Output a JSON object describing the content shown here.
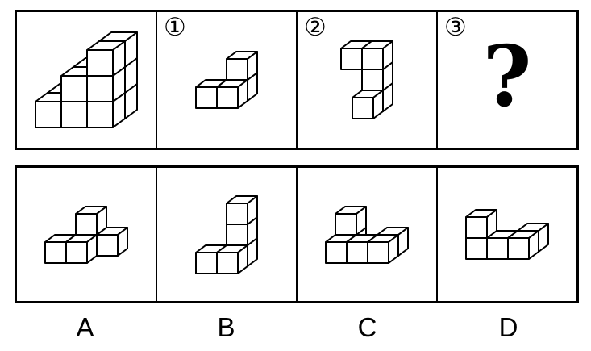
{
  "colors": {
    "line": "#000000",
    "cube_fill": "#ffffff",
    "background": "#ffffff"
  },
  "top_row": {
    "cells": [
      {
        "label": "",
        "figure": "main"
      },
      {
        "label": "①",
        "figure": "fig1"
      },
      {
        "label": "②",
        "figure": "fig2"
      },
      {
        "label": "③",
        "figure": null,
        "placeholder": "?"
      }
    ]
  },
  "options": [
    {
      "label": "A",
      "figure": "optA"
    },
    {
      "label": "B",
      "figure": "optB"
    },
    {
      "label": "C",
      "figure": "optC"
    },
    {
      "label": "D",
      "figure": "optD"
    }
  ],
  "figures": {
    "main": {
      "description": "staircase of cubes, heights 1-2-3 rising to the right, two cubes deep",
      "size": 32,
      "cubes": [
        [
          0,
          0,
          0
        ],
        [
          1,
          0,
          0
        ],
        [
          2,
          0,
          0
        ],
        [
          1,
          0,
          1
        ],
        [
          2,
          0,
          1
        ],
        [
          2,
          0,
          2
        ],
        [
          0,
          1,
          0
        ],
        [
          1,
          1,
          0
        ],
        [
          2,
          1,
          0
        ],
        [
          1,
          1,
          1
        ],
        [
          2,
          1,
          1
        ],
        [
          2,
          1,
          2
        ]
      ]
    },
    "fig1": {
      "description": "two cubes in front, one cube behind-right with one cube stacked on top",
      "size": 26,
      "cubes": [
        [
          0,
          0,
          0
        ],
        [
          1,
          0,
          0
        ],
        [
          1,
          1,
          0
        ],
        [
          1,
          1,
          1
        ]
      ]
    },
    "fig2": {
      "description": "S-shaped piece: two cubes on top, column of three on the right, one cube jutting forward at the bottom",
      "size": 26,
      "cubes": [
        [
          0,
          1,
          2
        ],
        [
          1,
          1,
          2
        ],
        [
          1,
          1,
          1
        ],
        [
          1,
          1,
          0
        ],
        [
          1,
          0,
          0
        ]
      ]
    },
    "optA": {
      "description": "two cubes in front-left, back cube with one stacked on top, one more back cube to the right",
      "size": 26,
      "cubes": [
        [
          0,
          0,
          0
        ],
        [
          1,
          0,
          0
        ],
        [
          1,
          1,
          0
        ],
        [
          1,
          1,
          1
        ],
        [
          2,
          1,
          0
        ]
      ]
    },
    "optB": {
      "description": "two cubes at the base with a column of three rising behind-right",
      "size": 26,
      "cubes": [
        [
          0,
          0,
          0
        ],
        [
          1,
          0,
          0
        ],
        [
          1,
          1,
          0
        ],
        [
          1,
          1,
          1
        ],
        [
          1,
          1,
          2
        ]
      ]
    },
    "optC": {
      "description": "row of three cubes with a raised cube at the back-left and a back cube at the right",
      "size": 26,
      "cubes": [
        [
          0,
          0,
          0
        ],
        [
          1,
          0,
          0
        ],
        [
          2,
          0,
          0
        ],
        [
          0,
          1,
          0
        ],
        [
          0,
          1,
          1
        ],
        [
          2,
          1,
          0
        ]
      ]
    },
    "optD": {
      "description": "row of three cubes, leftmost column two tall, back cube at the right",
      "size": 26,
      "cubes": [
        [
          0,
          0,
          0
        ],
        [
          0,
          0,
          1
        ],
        [
          1,
          0,
          0
        ],
        [
          2,
          0,
          0
        ],
        [
          2,
          1,
          0
        ]
      ]
    }
  }
}
